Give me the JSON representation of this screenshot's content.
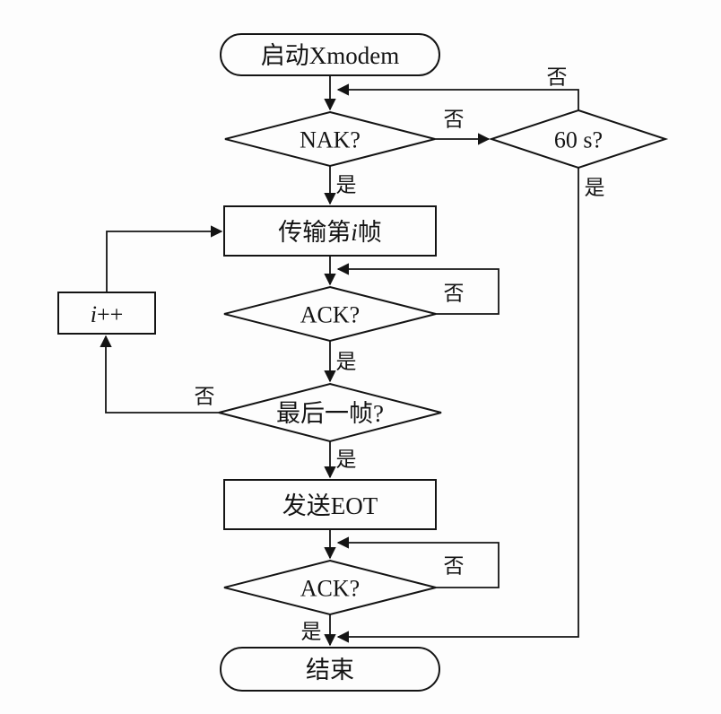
{
  "figure": {
    "background": "#fdfdfd",
    "line_color": "#141414"
  },
  "nodes": {
    "start": {
      "label": "启动Xmodem"
    },
    "nak_check": {
      "label": "NAK?"
    },
    "timeout_check": {
      "label": "60 s?"
    },
    "transmit_frame": {
      "prefix": "传输第",
      "variable": "i",
      "suffix": "帧"
    },
    "ack_check_1": {
      "label": "ACK?"
    },
    "increment": {
      "variable": "i",
      "operator": "++"
    },
    "last_frame_check": {
      "label": "最后一帧?"
    },
    "send_eot": {
      "label": "发送EOT"
    },
    "ack_check_2": {
      "label": "ACK?"
    },
    "end": {
      "label": "结束"
    }
  },
  "edge_labels": {
    "nak_no": "否",
    "nak_yes": "是",
    "timeout_no": "否",
    "timeout_yes": "是",
    "ack1_no": "否",
    "ack1_yes": "是",
    "last_frame_no": "否",
    "last_frame_yes": "是",
    "ack2_no": "否",
    "ack2_yes": "是"
  }
}
